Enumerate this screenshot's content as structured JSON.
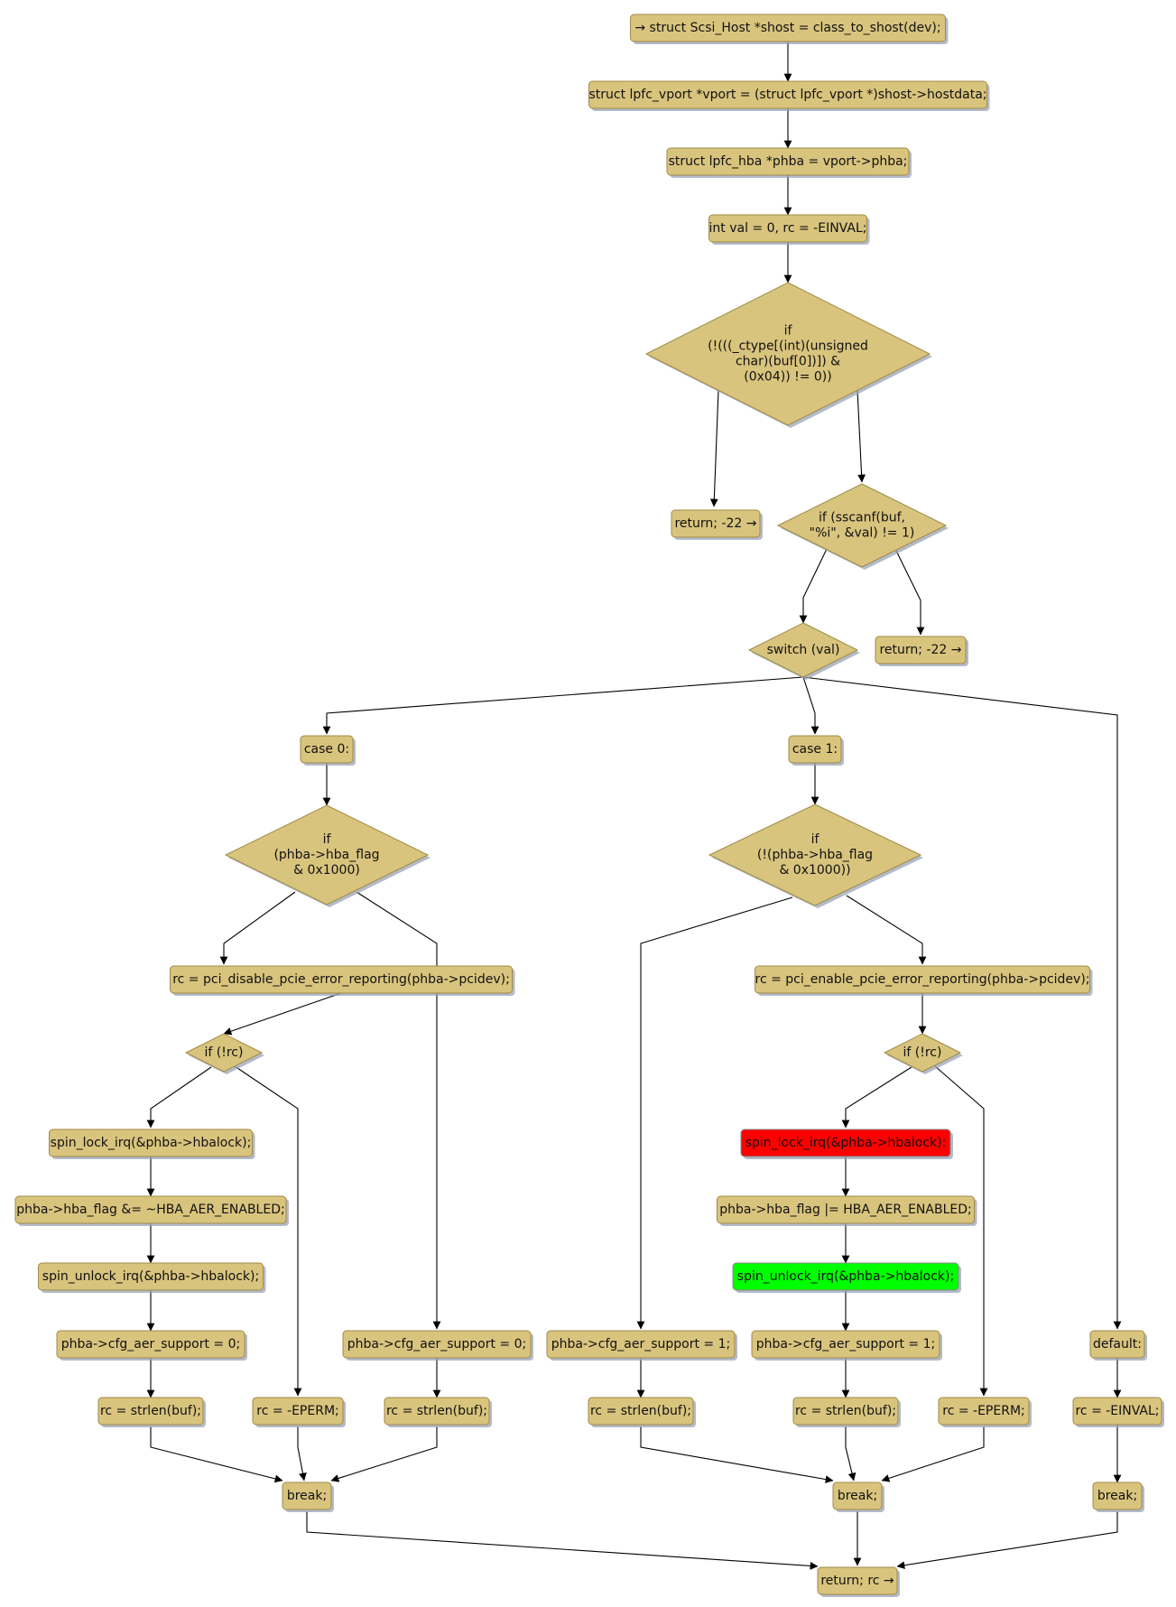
{
  "nodes": [
    {
      "id": "n1",
      "shape": "box",
      "lines": [
        "→ struct Scsi_Host *shost = class_to_shost(dev);"
      ]
    },
    {
      "id": "n2",
      "shape": "box",
      "lines": [
        "struct lpfc_vport *vport = (struct lpfc_vport *)shost->hostdata;"
      ]
    },
    {
      "id": "n3",
      "shape": "box",
      "lines": [
        "struct lpfc_hba *phba = vport->phba;"
      ]
    },
    {
      "id": "n4",
      "shape": "box",
      "lines": [
        "int val = 0, rc = -EINVAL;"
      ]
    },
    {
      "id": "d1",
      "shape": "diamond",
      "lines": [
        "if",
        "(!(((_ctype[(int)(unsigned",
        "char)(buf[0])]) &",
        "(0x04)) != 0))"
      ]
    },
    {
      "id": "r1",
      "shape": "box",
      "lines": [
        "return; -22 →"
      ]
    },
    {
      "id": "d2",
      "shape": "diamond",
      "lines": [
        "if (sscanf(buf,",
        "\"%i\", &val) != 1)"
      ]
    },
    {
      "id": "sw",
      "shape": "diamond",
      "lines": [
        "switch (val)"
      ]
    },
    {
      "id": "r2",
      "shape": "box",
      "lines": [
        "return; -22 →"
      ]
    },
    {
      "id": "c0",
      "shape": "box",
      "lines": [
        "case 0:"
      ]
    },
    {
      "id": "c1",
      "shape": "box",
      "lines": [
        "case 1:"
      ]
    },
    {
      "id": "d3",
      "shape": "diamond",
      "lines": [
        "if",
        "(phba->hba_flag",
        "& 0x1000)"
      ]
    },
    {
      "id": "d4",
      "shape": "diamond",
      "lines": [
        "if",
        "(!(phba->hba_flag",
        "& 0x1000))"
      ]
    },
    {
      "id": "a1",
      "shape": "box",
      "lines": [
        "rc = pci_disable_pcie_error_reporting(phba->pcidev);"
      ]
    },
    {
      "id": "a2",
      "shape": "box",
      "lines": [
        "rc = pci_enable_pcie_error_reporting(phba->pcidev);"
      ]
    },
    {
      "id": "d5",
      "shape": "diamond",
      "lines": [
        "if (!rc)"
      ]
    },
    {
      "id": "d6",
      "shape": "diamond",
      "lines": [
        "if (!rc)"
      ]
    },
    {
      "id": "b1",
      "shape": "box",
      "lines": [
        "spin_lock_irq(&phba->hbalock);"
      ]
    },
    {
      "id": "b2",
      "shape": "box",
      "lines": [
        "phba->hba_flag &= ~HBA_AER_ENABLED;"
      ]
    },
    {
      "id": "b3",
      "shape": "box",
      "lines": [
        "spin_unlock_irq(&phba->hbalock);"
      ]
    },
    {
      "id": "b4",
      "shape": "box",
      "lines": [
        "phba->cfg_aer_support = 0;"
      ]
    },
    {
      "id": "b5",
      "shape": "box",
      "lines": [
        "rc = strlen(buf);"
      ]
    },
    {
      "id": "e1",
      "shape": "box",
      "lines": [
        "rc = -EPERM;"
      ]
    },
    {
      "id": "f1",
      "shape": "box",
      "lines": [
        "phba->cfg_aer_support = 0;"
      ]
    },
    {
      "id": "f2",
      "shape": "box",
      "lines": [
        "rc = strlen(buf);"
      ]
    },
    {
      "id": "g1",
      "shape": "box",
      "lines": [
        "phba->cfg_aer_support = 1;"
      ]
    },
    {
      "id": "g2",
      "shape": "box",
      "lines": [
        "rc = strlen(buf);"
      ]
    },
    {
      "id": "h1",
      "shape": "box",
      "lines": [
        "spin_lock_irq(&phba->hbalock);"
      ],
      "fill": "#ff0000"
    },
    {
      "id": "h2",
      "shape": "box",
      "lines": [
        "phba->hba_flag |= HBA_AER_ENABLED;"
      ]
    },
    {
      "id": "h3",
      "shape": "box",
      "lines": [
        "spin_unlock_irq(&phba->hbalock);"
      ],
      "fill": "#00ff00"
    },
    {
      "id": "h4",
      "shape": "box",
      "lines": [
        "phba->cfg_aer_support = 1;"
      ]
    },
    {
      "id": "h5",
      "shape": "box",
      "lines": [
        "rc = strlen(buf);"
      ]
    },
    {
      "id": "e2",
      "shape": "box",
      "lines": [
        "rc = -EPERM;"
      ]
    },
    {
      "id": "df",
      "shape": "box",
      "lines": [
        "default:"
      ]
    },
    {
      "id": "df2",
      "shape": "box",
      "lines": [
        "rc = -EINVAL;"
      ]
    },
    {
      "id": "bk1",
      "shape": "box",
      "lines": [
        "break;"
      ]
    },
    {
      "id": "bk2",
      "shape": "box",
      "lines": [
        "break;"
      ]
    },
    {
      "id": "bk3",
      "shape": "box",
      "lines": [
        "break;"
      ]
    },
    {
      "id": "ret",
      "shape": "box",
      "lines": [
        "return; rc →"
      ]
    }
  ],
  "edges": [
    [
      "n1",
      "n2"
    ],
    [
      "n2",
      "n3"
    ],
    [
      "n3",
      "n4"
    ],
    [
      "n4",
      "d1"
    ],
    [
      "d1",
      "r1"
    ],
    [
      "d1",
      "d2"
    ],
    [
      "d2",
      "sw"
    ],
    [
      "d2",
      "r2"
    ],
    [
      "sw",
      "c0"
    ],
    [
      "sw",
      "c1"
    ],
    [
      "sw",
      "df"
    ],
    [
      "c0",
      "d3"
    ],
    [
      "d3",
      "a1"
    ],
    [
      "d3",
      "f1"
    ],
    [
      "a1",
      "d5"
    ],
    [
      "d5",
      "b1"
    ],
    [
      "d5",
      "e1"
    ],
    [
      "b1",
      "b2"
    ],
    [
      "b2",
      "b3"
    ],
    [
      "b3",
      "b4"
    ],
    [
      "b4",
      "b5"
    ],
    [
      "b5",
      "bk1"
    ],
    [
      "e1",
      "bk1"
    ],
    [
      "f1",
      "f2"
    ],
    [
      "f2",
      "bk1"
    ],
    [
      "c1",
      "d4"
    ],
    [
      "d4",
      "g1"
    ],
    [
      "d4",
      "a2"
    ],
    [
      "a2",
      "d6"
    ],
    [
      "d6",
      "h1"
    ],
    [
      "d6",
      "e2"
    ],
    [
      "h1",
      "h2"
    ],
    [
      "h2",
      "h3"
    ],
    [
      "h3",
      "h4"
    ],
    [
      "h4",
      "h5"
    ],
    [
      "g1",
      "g2"
    ],
    [
      "g2",
      "bk2"
    ],
    [
      "h5",
      "bk2"
    ],
    [
      "e2",
      "bk2"
    ],
    [
      "df",
      "df2"
    ],
    [
      "df2",
      "bk3"
    ],
    [
      "bk1",
      "ret"
    ],
    [
      "bk2",
      "ret"
    ],
    [
      "bk3",
      "ret"
    ]
  ]
}
